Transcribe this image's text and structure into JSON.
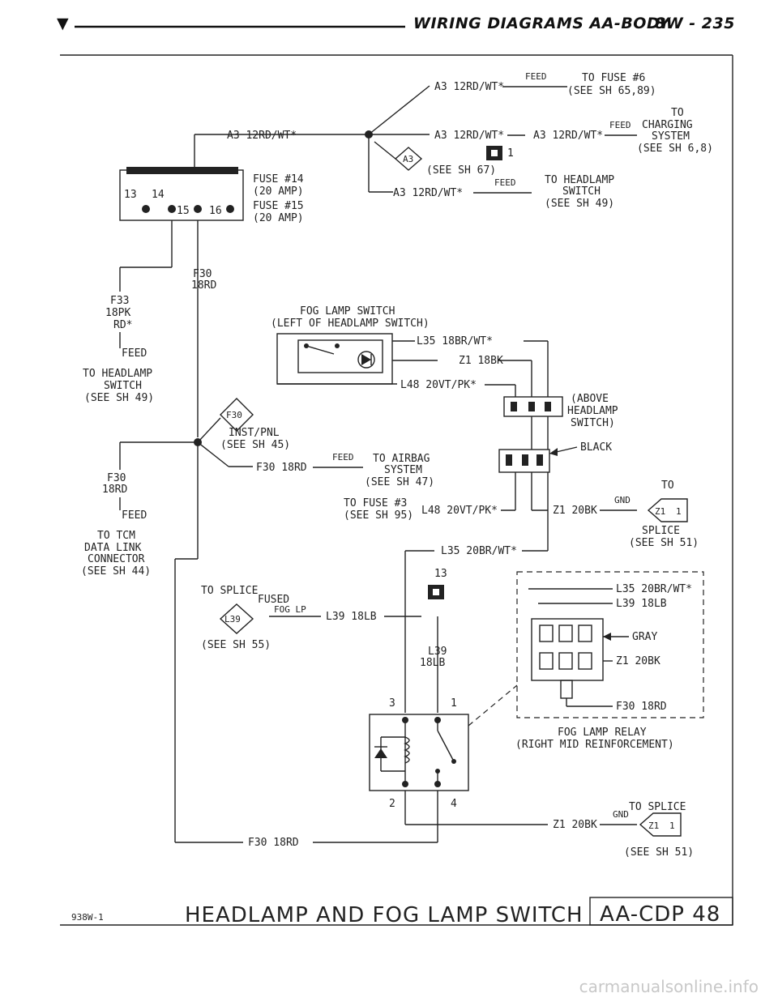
{
  "header": {
    "arrow": "▼",
    "title": "WIRING DIAGRAMS AA-BODY",
    "page": "8W - 235"
  },
  "top_circuit": {
    "a3_main": "A3 12RD/WT*",
    "feed": "FEED",
    "to_fuse6": "A3 12RD/WT*",
    "to_fuse6_dest": "TO FUSE #6",
    "to_fuse6_sheet": "(SEE SH 65,89)",
    "charging_wire1": "A3 12RD/WT*",
    "charging_wire2": "A3 12RD/WT*",
    "charging_to": "TO",
    "charging_dest": "CHARGING",
    "charging_dest2": "SYSTEM",
    "charging_sheet": "(SEE SH 6,8)",
    "connector_num": "1",
    "splice_a3": "A3",
    "splice_a3_sheet": "(SEE SH 67)",
    "headlamp_wire": "A3 12RD/WT*",
    "headlamp_dest": "TO HEADLAMP",
    "headlamp_dest2": "SWITCH",
    "headlamp_sheet": "(SEE SH 49)"
  },
  "fuse_block": {
    "fuse14": "FUSE #14",
    "fuse14_amp": "(20 AMP)",
    "fuse15": "FUSE #15",
    "fuse15_amp": "(20 AMP)",
    "pin13": "13",
    "pin14": "14",
    "pin15": "15",
    "pin16": "16"
  },
  "left_side": {
    "f30": "F30",
    "f30_gauge": "18RD",
    "f33": "F33",
    "f33_gauge": "18PK",
    "f33_color": "RD*",
    "feed": "FEED",
    "headlamp_to": "TO HEADLAMP",
    "headlamp_switch": "SWITCH",
    "headlamp_sheet": "(SEE SH 49)",
    "f30b": "F30",
    "f30b_gauge": "18RD",
    "feed2": "FEED",
    "tcm_to": "TO TCM",
    "tcm_line2": "DATA LINK",
    "tcm_line3": "CONNECTOR",
    "tcm_sheet": "(SEE SH 44)"
  },
  "fog_switch": {
    "title": "FOG LAMP SWITCH",
    "subtitle": "(LEFT OF HEADLAMP SWITCH)",
    "l35": "L35 18BR/WT*",
    "z1": "Z1 18BK",
    "l48": "L48 20VT/PK*",
    "above": "(ABOVE",
    "above2": "HEADLAMP",
    "above3": "SWITCH)",
    "black": "BLACK"
  },
  "middle": {
    "f30_splice": "F30",
    "inst_pnl": "INST/PNL",
    "inst_sheet": "(SEE SH 45)",
    "f30_wire": "F30 18RD",
    "feed": "FEED",
    "airbag_to": "TO AIRBAG",
    "airbag_sys": "SYSTEM",
    "airbag_sheet": "(SEE SH 47)",
    "fuse3_to": "TO FUSE #3",
    "fuse3_sheet": "(SEE SH 95)",
    "l48b": "L48 20VT/PK*",
    "z1_20": "Z1 20BK",
    "gnd": "GND",
    "to": "TO",
    "z1_splice": "Z1",
    "z1_pin": "1",
    "splice": "SPLICE",
    "splice_sheet": "(SEE SH 51)",
    "l35b": "L35 20BR/WT*"
  },
  "lower": {
    "to_splice": "TO SPLICE",
    "fused": "FUSED",
    "fog_lp": "FOG LP",
    "l39_wire": "L39 18LB",
    "l39_splice": "L39",
    "l39_sheet": "(SEE SH 55)",
    "conn13": "13",
    "l39v": "L39",
    "l39v_gauge": "18LB",
    "pin3": "3",
    "pin1": "1",
    "pin2": "2",
    "pin4": "4",
    "f30_bottom": "F30 18RD",
    "z1_bottom": "Z1 20BK",
    "gnd2": "GND",
    "to_splice2": "TO SPLICE",
    "z1_splice2": "Z1",
    "z1_pin2": "1",
    "splice_sheet2": "(SEE SH 51)"
  },
  "relay_detail": {
    "l35": "L35 20BR/WT*",
    "l39": "L39 18LB",
    "gray": "GRAY",
    "z1": "Z1 20BK",
    "f30": "F30 18RD",
    "title": "FOG LAMP RELAY",
    "subtitle": "(RIGHT MID REINFORCEMENT)"
  },
  "footer": {
    "code": "938W-1",
    "title": "HEADLAMP AND FOG LAMP SWITCH",
    "badge": "AA-CDP 48",
    "watermark": "carmanualsonline.info"
  }
}
